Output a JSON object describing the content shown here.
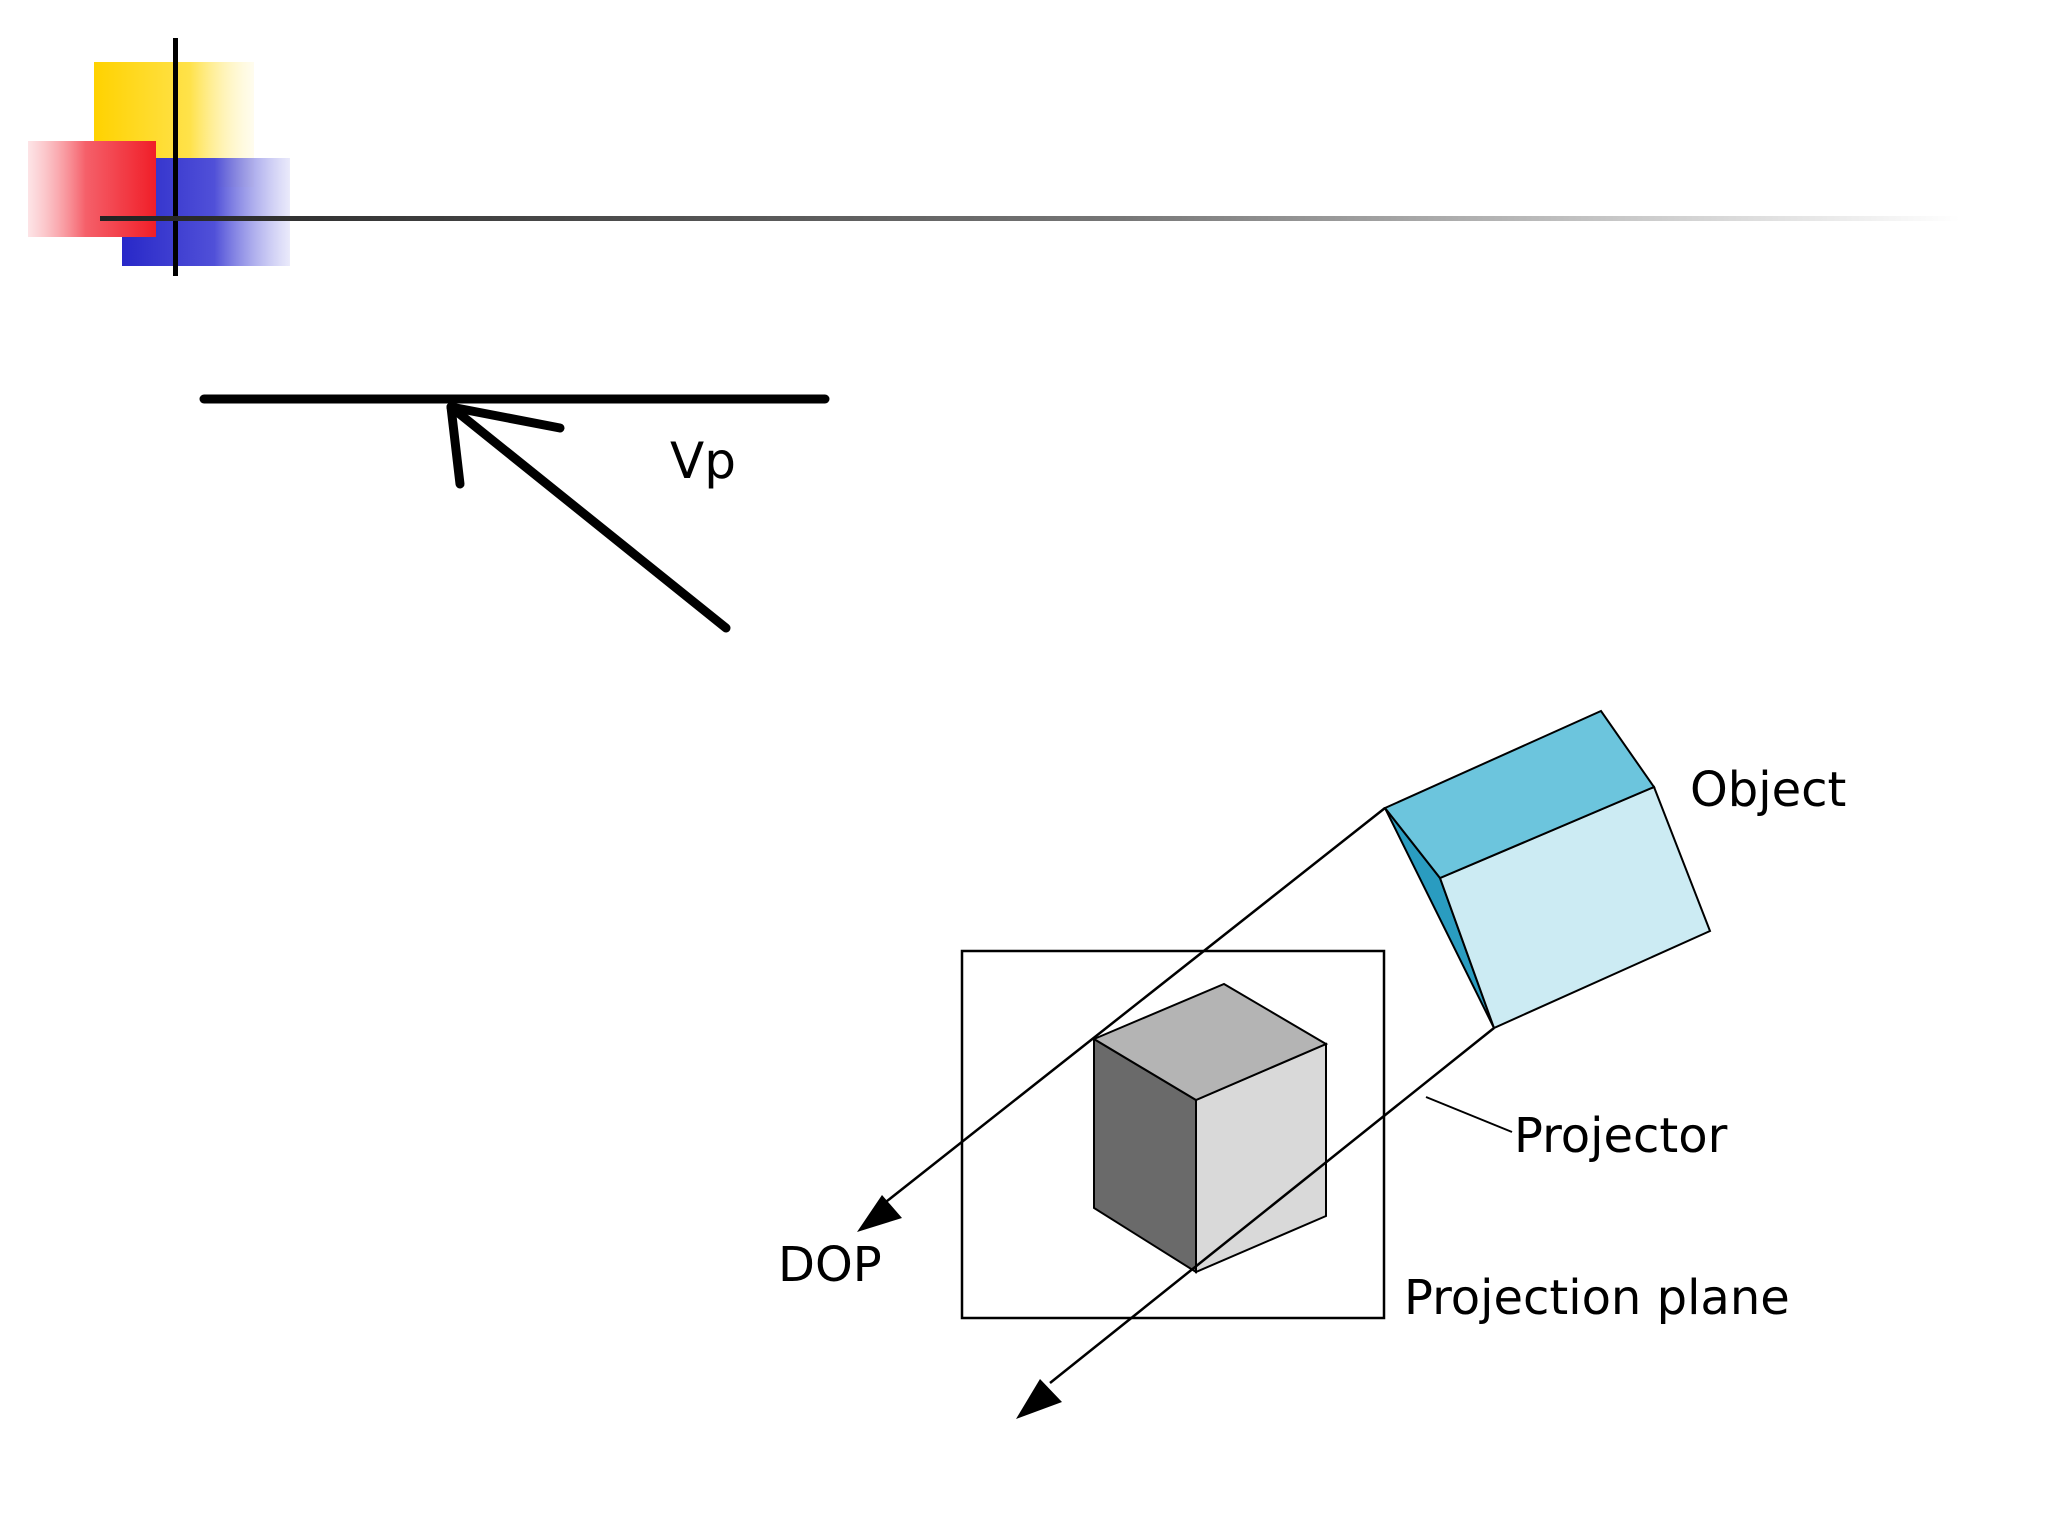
{
  "slide": {
    "decoration": {
      "colors": {
        "yellow": "#FFD200",
        "red": "#F01E28",
        "blue": "#2828C8",
        "line": "#000000"
      }
    },
    "vp_diagram": {
      "label": "Vp"
    },
    "projection_diagram": {
      "labels": {
        "object": "Object",
        "projector": "Projector",
        "dop": "DOP",
        "projection_plane": "Projection plane"
      },
      "colors": {
        "object_top": "#6CC5DD",
        "object_front": "#CCEBF3",
        "object_side": "#2A9CC0",
        "cube_top": "#B4B4B4",
        "cube_left": "#6A6A6A",
        "cube_right": "#D9D9D9"
      }
    }
  }
}
